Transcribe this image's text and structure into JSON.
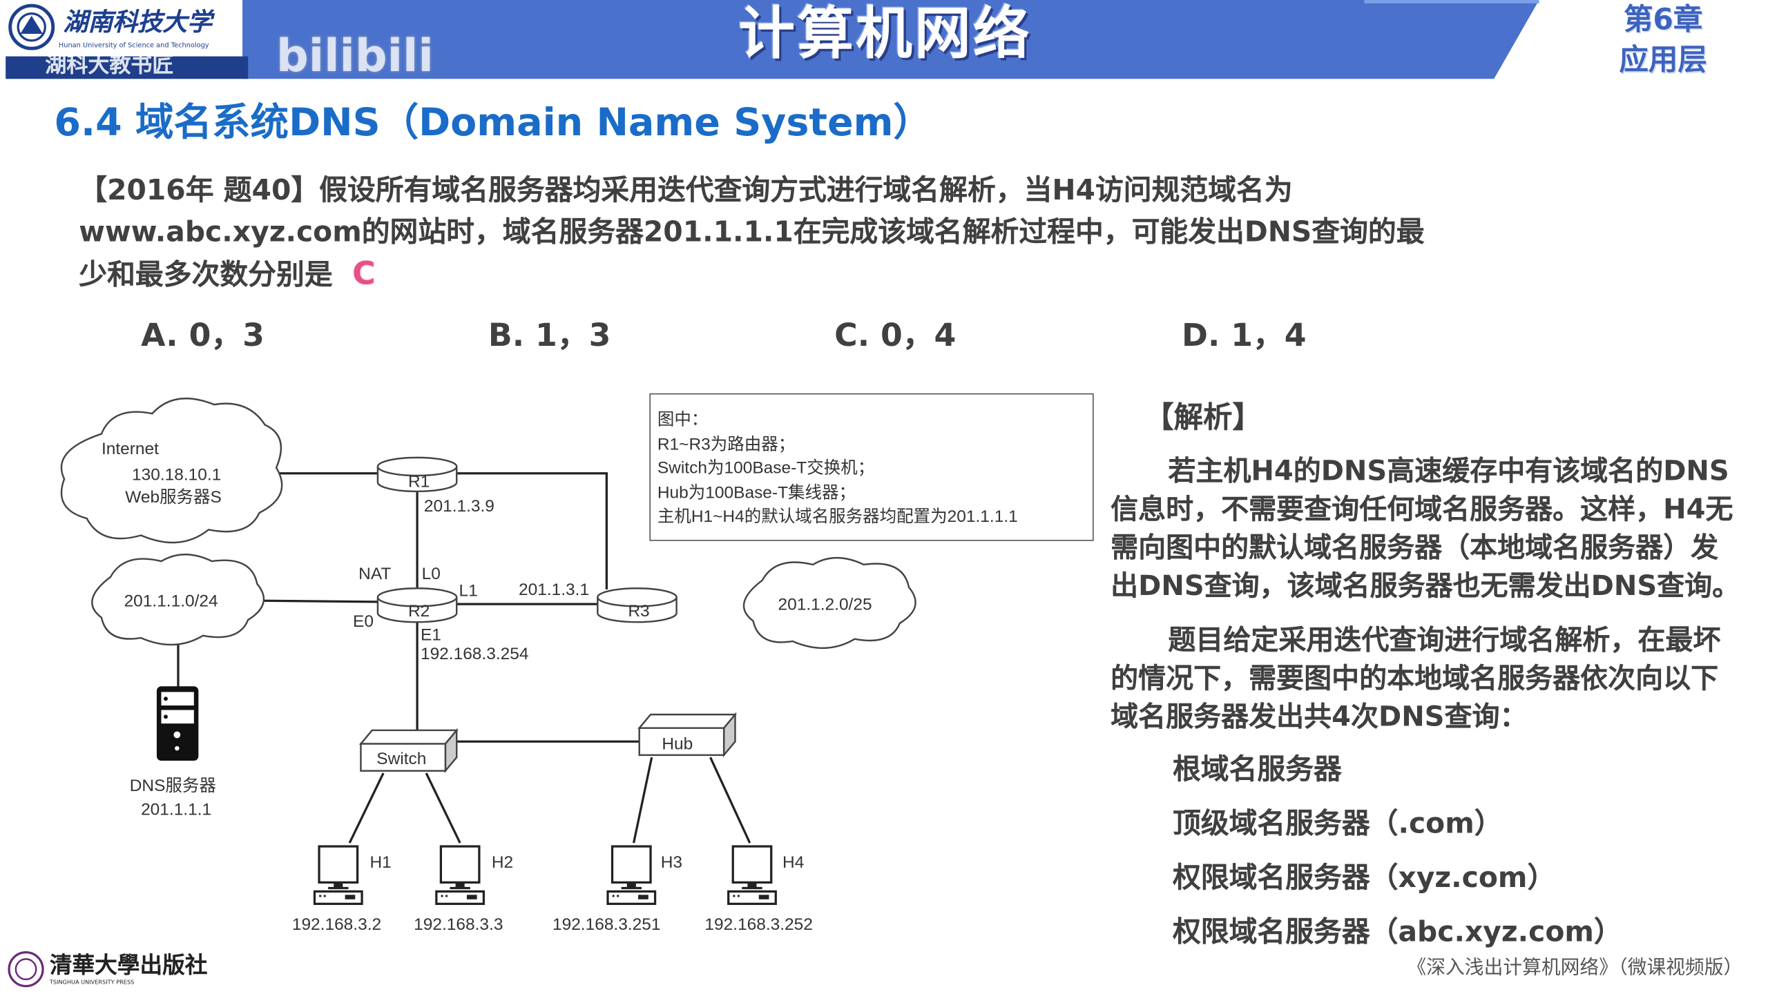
{
  "header": {
    "university": "湖南科技大学",
    "university_en": "Hunan University of Science and Technology",
    "channel": "湖科大教书匠",
    "watermark": "bilibili",
    "course_title": "计算机网络",
    "chapter": "第6章",
    "chapter_name": "应用层",
    "band_color": "#4a72cc"
  },
  "section_title": "6.4 域名系统DNS（Domain Name System）",
  "question": {
    "lines": [
      "【2016年 题40】假设所有域名服务器均采用迭代查询方式进行域名解析，当H4访问规范域名为",
      "www.abc.xyz.com的网站时，域名服务器201.1.1.1在完成该域名解析过程中，可能发出DNS查询的最",
      "少和最多次数分别是"
    ],
    "answer": "C",
    "options": [
      "A. 0，3",
      "B. 1，3",
      "C. 0，4",
      "D. 1，4"
    ]
  },
  "diagram": {
    "legend": [
      "图中：",
      "R1~R3为路由器；",
      "Switch为100Base-T交换机；",
      "Hub为100Base-T集线器；",
      "主机H1~H4的默认域名服务器均配置为201.1.1.1"
    ],
    "internet": [
      "Internet",
      "130.18.10.1",
      "Web服务器S"
    ],
    "lan1": "201.1.1.0/24",
    "lan2": "201.1.2.0/25",
    "routers": [
      "R1",
      "R2",
      "R3"
    ],
    "r1_ip": "201.1.3.9",
    "r3_ip": "201.1.3.1",
    "nat": "NAT",
    "ports": {
      "l0": "L0",
      "l1": "L1",
      "e0": "E0",
      "e1": "E1"
    },
    "e1_ip": "192.168.3.254",
    "dns_label": "DNS服务器",
    "dns_ip": "201.1.1.1",
    "switch": "Switch",
    "hub": "Hub",
    "hosts": [
      {
        "name": "H1",
        "ip": "192.168.3.2"
      },
      {
        "name": "H2",
        "ip": "192.168.3.3"
      },
      {
        "name": "H3",
        "ip": "192.168.3.251"
      },
      {
        "name": "H4",
        "ip": "192.168.3.252"
      }
    ]
  },
  "analysis": {
    "heading": "【解析】",
    "para1": [
      "若主机H4的DNS高速缓存中有该域名的DNS",
      "信息时，不需要查询任何域名服务器。这样，H4无",
      "需向图中的默认域名服务器（本地域名服务器）发",
      "出DNS查询，该域名服务器也无需发出DNS查询。"
    ],
    "para2": [
      "题目给定采用迭代查询进行域名解析，在最坏",
      "的情况下，需要图中的本地域名服务器依次向以下",
      "域名服务器发出共4次DNS查询："
    ],
    "servers": [
      "根域名服务器",
      "顶级域名服务器（.com）",
      "权限域名服务器（xyz.com）",
      "权限域名服务器（abc.xyz.com）"
    ]
  },
  "footer": {
    "publisher": "清華大學出版社",
    "publisher_en": "TSINGHUA UNIVERSITY PRESS",
    "book": "《深入浅出计算机网络》（微课视频版）"
  }
}
